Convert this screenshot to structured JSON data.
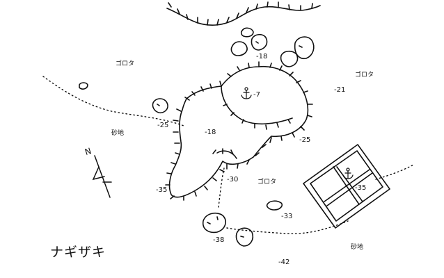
{
  "map": {
    "title": "ナギザキ",
    "north_label": "N",
    "ink_color": "#111111",
    "background_color": "#ffffff",
    "seabed_labels": [
      {
        "id": "goro-nw",
        "text": "ゴロタ"
      },
      {
        "id": "goro-ne",
        "text": "ゴロタ"
      },
      {
        "id": "goro-center",
        "text": "ゴロタ"
      },
      {
        "id": "sand-west",
        "text": "砂地"
      },
      {
        "id": "sand-southeast",
        "text": "砂地"
      }
    ],
    "depths": [
      {
        "id": "d-18-top",
        "text": "-18"
      },
      {
        "id": "d-21",
        "text": "-21"
      },
      {
        "id": "d-7",
        "text": "-7"
      },
      {
        "id": "d-25-left",
        "text": "-25"
      },
      {
        "id": "d-18-mid",
        "text": "-18"
      },
      {
        "id": "d-25-right",
        "text": "-25"
      },
      {
        "id": "d-30",
        "text": "-30"
      },
      {
        "id": "d-35-left",
        "text": "-35"
      },
      {
        "id": "d-35-right",
        "text": "-35"
      },
      {
        "id": "d-33",
        "text": "-33"
      },
      {
        "id": "d-38",
        "text": "-38"
      },
      {
        "id": "d-42",
        "text": "-42"
      }
    ],
    "icons": {
      "anchor_main": "anchor-icon",
      "anchor_reef": "anchor-icon",
      "north_arrow": "north-arrow-icon"
    }
  }
}
